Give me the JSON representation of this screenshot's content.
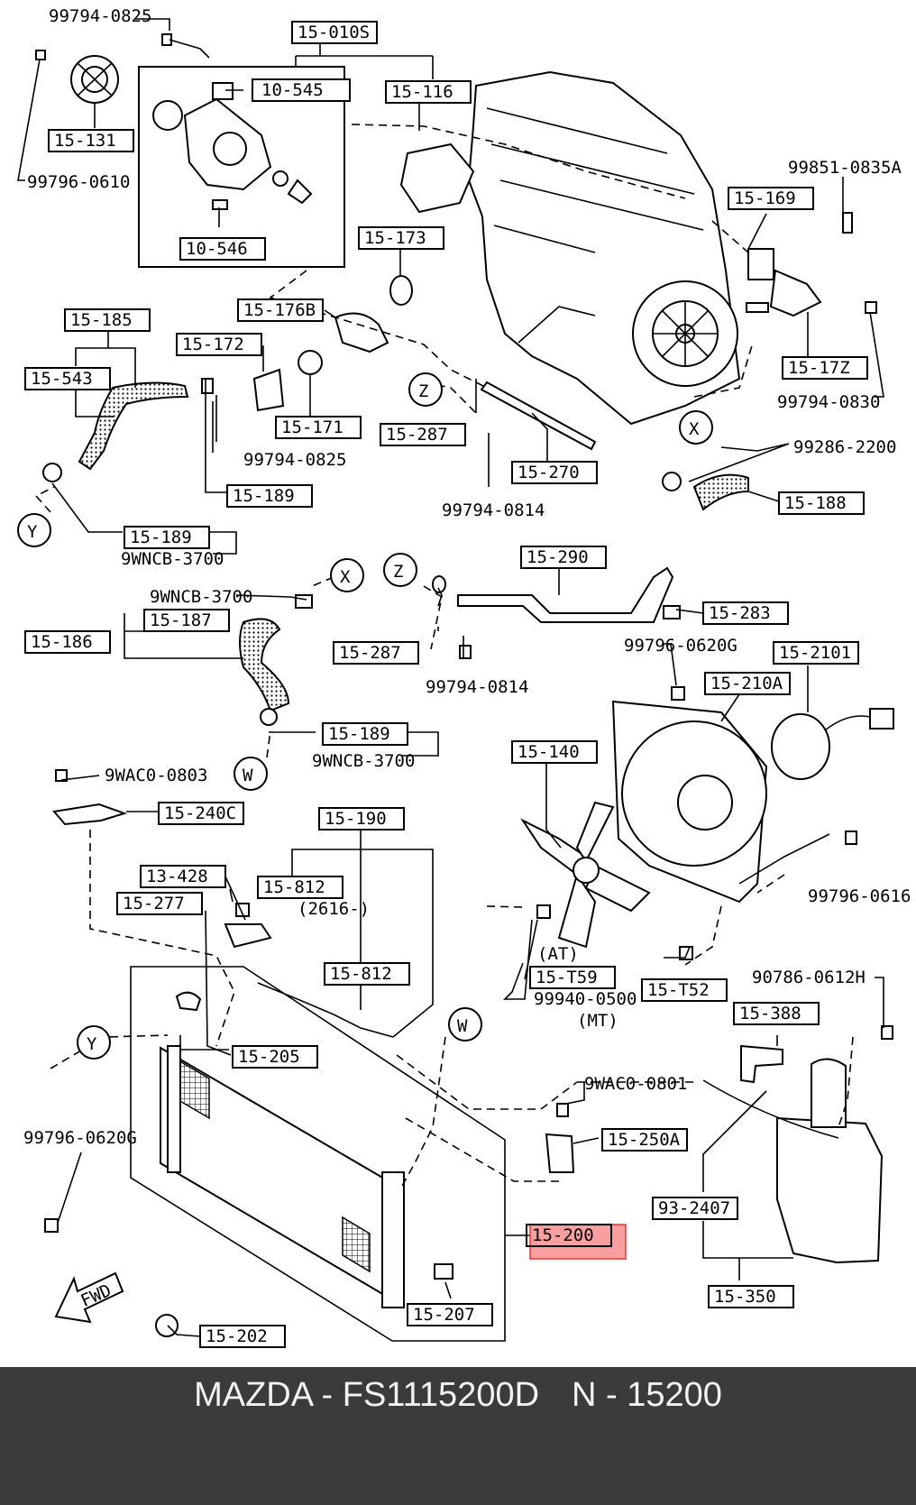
{
  "labels": {
    "l01": "99794-0825",
    "l02": "15-010S",
    "l03": "10-545",
    "l04": "15-116",
    "l05": "15-131",
    "l06": "99796-0610",
    "l07": "10-546",
    "l08": "99851-0835A",
    "l09": "15-169",
    "l10": "15-173",
    "l11": "15-176B",
    "l12": "15-172",
    "l13": "15-185",
    "l14": "15-543",
    "l15": "15-171",
    "l16": "15-287",
    "l17": "15-270",
    "l18": "15-17Z",
    "l19": "99794-0830",
    "l20": "99286-2200",
    "l21": "99794-0825",
    "l22": "15-189",
    "l23": "99794-0814",
    "l24": "15-188",
    "l25": "15-189",
    "l26": "9WNCB-3700",
    "l27": "15-290",
    "l28": "9WNCB-3700",
    "l29": "15-187",
    "l30": "15-186",
    "l31": "15-283",
    "l32": "15-287",
    "l33": "99796-0620G",
    "l34": "15-2101",
    "l35": "99794-0814",
    "l36": "15-210A",
    "l37": "15-189",
    "l38": "9WNCB-3700",
    "l39": "15-140",
    "l40": "9WAC0-0803",
    "l41": "15-240C",
    "l42": "15-190",
    "l43": "99796-0616",
    "l44": "13-428",
    "l45": "15-812",
    "l46": "(2616-)",
    "l47": "15-277",
    "l48": "15-812",
    "l49": "(AT)",
    "l50": "15-T59",
    "l51": "99940-0500",
    "l52": "(MT)",
    "l53": "15-T52",
    "l54": "90786-0612H",
    "l55": "15-388",
    "l56": "15-205",
    "l57": "9WAC0-0801",
    "l58": "15-250A",
    "l59": "99796-0620G",
    "l60": "93-2407",
    "l61": "15-200",
    "l62": "15-350",
    "l63": "15-207",
    "l64": "15-202",
    "c_x1": "X",
    "c_z1": "Z",
    "c_y1": "Y",
    "c_x2": "X",
    "c_z2": "Z",
    "c_w1": "W",
    "c_w2": "W",
    "c_y2": "Y",
    "fwd": "FWD"
  },
  "footer": {
    "part": "MAZDA - FS1115200D",
    "ref": "N - 15200",
    "background": "#3b3b3b",
    "text_color": "#f2f2f2"
  },
  "highlight": {
    "part": "15-200",
    "color": "#f05050"
  }
}
